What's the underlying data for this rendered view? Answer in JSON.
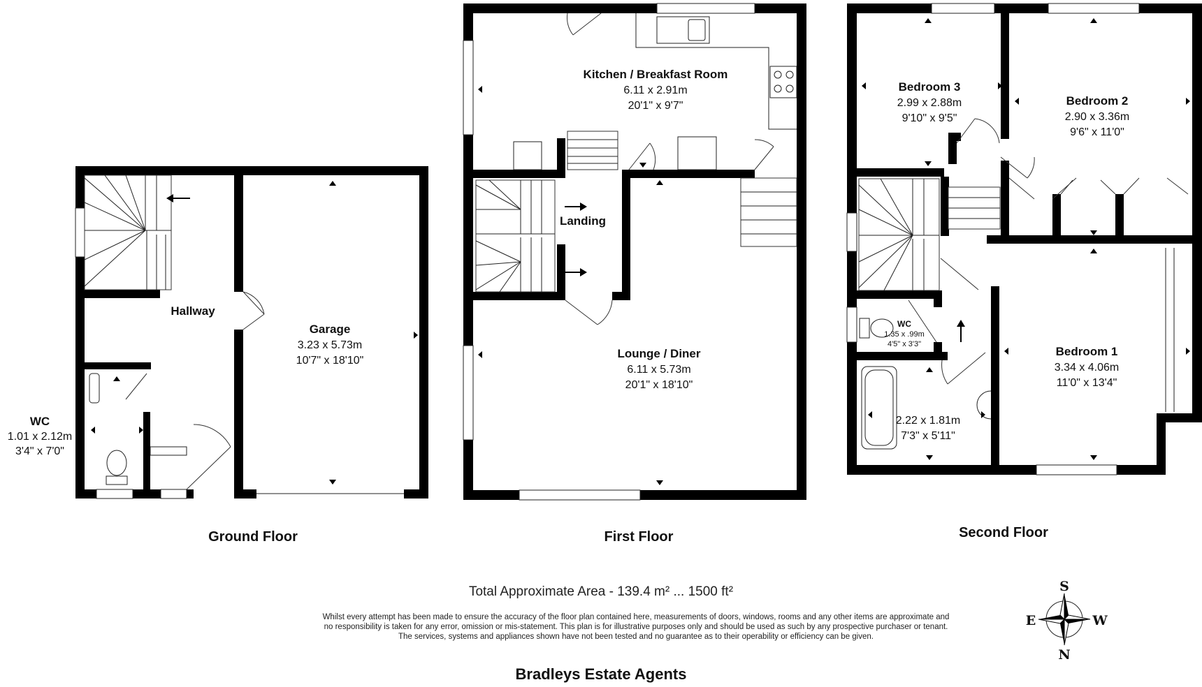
{
  "floors": {
    "ground": {
      "label": "Ground Floor",
      "rooms": {
        "hallway": {
          "name": "Hallway"
        },
        "garage": {
          "name": "Garage",
          "metric": "3.23 x 5.73m",
          "imperial": "10'7\" x 18'10\""
        },
        "wc": {
          "name": "WC",
          "metric": "1.01 x 2.12m",
          "imperial": "3'4\" x 7'0\""
        }
      }
    },
    "first": {
      "label": "First Floor",
      "rooms": {
        "kitchen": {
          "name": "Kitchen / Breakfast Room",
          "metric": "6.11 x 2.91m",
          "imperial": "20'1\" x 9'7\""
        },
        "landing": {
          "name": "Landing"
        },
        "lounge": {
          "name": "Lounge / Diner",
          "metric": "6.11 x 5.73m",
          "imperial": "20'1\" x 18'10\""
        }
      }
    },
    "second": {
      "label": "Second Floor",
      "rooms": {
        "bedroom3": {
          "name": "Bedroom 3",
          "metric": "2.99 x 2.88m",
          "imperial": "9'10\" x 9'5\""
        },
        "bedroom2": {
          "name": "Bedroom 2",
          "metric": "2.90 x 3.36m",
          "imperial": "9'6\" x 11'0\""
        },
        "bedroom1": {
          "name": "Bedroom 1",
          "metric": "3.34 x 4.06m",
          "imperial": "11'0\" x 13'4\""
        },
        "wc": {
          "name": "WC",
          "metric": "1.35 x .99m",
          "imperial": "4'5\" x 3'3\""
        },
        "bathroom": {
          "metric": "2.22 x 1.81m",
          "imperial": "7'3\" x 5'11\""
        }
      }
    }
  },
  "total_area": "Total Approximate Area - 139.4 m² ... 1500 ft²",
  "disclaimer": [
    "Whilst every attempt has been made to ensure the accuracy of the floor plan contained here, measurements of doors, windows, rooms and any other items are approximate and",
    "no responsibility is taken for any error, omission or mis-statement. This plan is for illustrative purposes only and should be used as such by any prospective purchaser or tenant.",
    "The services, systems and appliances shown have not been tested and no guarantee as to their operability or efficiency can be given."
  ],
  "agent": "Bradleys Estate Agents",
  "compass": {
    "top": "S",
    "bottom": "N",
    "left": "E",
    "right": "W"
  },
  "colors": {
    "wall": "#000000",
    "background": "#ffffff",
    "text": "#111111"
  }
}
